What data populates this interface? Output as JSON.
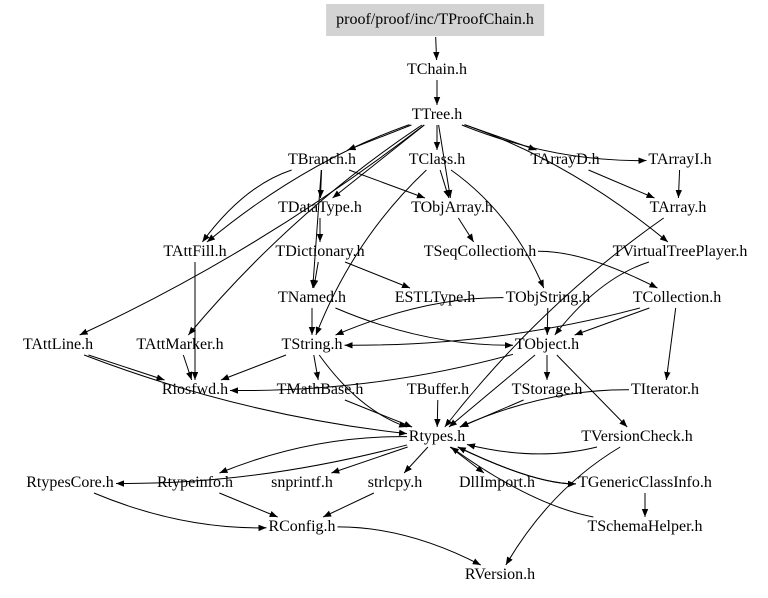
{
  "root": "proof/proof/inc/TProofChain.h",
  "nodes": {
    "root": "proof/proof/inc/TProofChain.h",
    "TChain": "TChain.h",
    "TTree": "TTree.h",
    "TBranch": "TBranch.h",
    "TClass": "TClass.h",
    "TArrayD": "TArrayD.h",
    "TArrayI": "TArrayI.h",
    "TDataType": "TDataType.h",
    "TObjArray": "TObjArray.h",
    "TArray": "TArray.h",
    "TAttFill": "TAttFill.h",
    "TDictionary": "TDictionary.h",
    "TSeqCollection": "TSeqCollection.h",
    "TVirtualTreePlayer": "TVirtualTreePlayer.h",
    "TNamed": "TNamed.h",
    "ESTLType": "ESTLType.h",
    "TObjString": "TObjString.h",
    "TCollection": "TCollection.h",
    "TAttLine": "TAttLine.h",
    "TAttMarker": "TAttMarker.h",
    "TString": "TString.h",
    "TObject": "TObject.h",
    "Riosfwd": "Riosfwd.h",
    "TMathBase": "TMathBase.h",
    "TBuffer": "TBuffer.h",
    "TStorage": "TStorage.h",
    "TIterator": "TIterator.h",
    "Rtypes": "Rtypes.h",
    "TVersionCheck": "TVersionCheck.h",
    "RtypesCore": "RtypesCore.h",
    "Rtypeinfo": "Rtypeinfo.h",
    "snprintf": "snprintf.h",
    "strlcpy": "strlcpy.h",
    "DllImport": "DllImport.h",
    "TGenericClassInfo": "TGenericClassInfo.h",
    "RConfig": "RConfig.h",
    "TSchemaHelper": "TSchemaHelper.h",
    "RVersion": "RVersion.h"
  },
  "edges": [
    [
      "root",
      "TChain"
    ],
    [
      "TChain",
      "TTree"
    ],
    [
      "TTree",
      "TBranch"
    ],
    [
      "TTree",
      "TClass"
    ],
    [
      "TTree",
      "TArrayD"
    ],
    [
      "TTree",
      "TArrayI"
    ],
    [
      "TTree",
      "TDataType"
    ],
    [
      "TTree",
      "TObjArray"
    ],
    [
      "TTree",
      "TVirtualTreePlayer"
    ],
    [
      "TTree",
      "TAttFill"
    ],
    [
      "TTree",
      "TAttLine"
    ],
    [
      "TTree",
      "TAttMarker"
    ],
    [
      "TBranch",
      "TDataType"
    ],
    [
      "TBranch",
      "TAttFill"
    ],
    [
      "TBranch",
      "TNamed"
    ],
    [
      "TBranch",
      "TObjArray"
    ],
    [
      "TClass",
      "TObjArray"
    ],
    [
      "TClass",
      "TString"
    ],
    [
      "TClass",
      "TObjString"
    ],
    [
      "TArrayD",
      "TArray"
    ],
    [
      "TArrayI",
      "TArray"
    ],
    [
      "TArray",
      "Rtypes"
    ],
    [
      "TDataType",
      "TDictionary"
    ],
    [
      "TObjArray",
      "TSeqCollection"
    ],
    [
      "TSeqCollection",
      "TCollection"
    ],
    [
      "TVirtualTreePlayer",
      "TObject"
    ],
    [
      "TDictionary",
      "TNamed"
    ],
    [
      "TDictionary",
      "ESTLType"
    ],
    [
      "TNamed",
      "TString"
    ],
    [
      "TNamed",
      "TObject"
    ],
    [
      "TObjString",
      "TObject"
    ],
    [
      "TObjString",
      "TString"
    ],
    [
      "TCollection",
      "TObject"
    ],
    [
      "TCollection",
      "TIterator"
    ],
    [
      "TCollection",
      "TString"
    ],
    [
      "TAttFill",
      "Riosfwd"
    ],
    [
      "TAttLine",
      "Riosfwd"
    ],
    [
      "TAttLine",
      "Rtypes"
    ],
    [
      "TAttMarker",
      "Riosfwd"
    ],
    [
      "TString",
      "Riosfwd"
    ],
    [
      "TString",
      "TMathBase"
    ],
    [
      "TString",
      "Rtypes"
    ],
    [
      "TObject",
      "Riosfwd"
    ],
    [
      "TObject",
      "Rtypes"
    ],
    [
      "TObject",
      "TStorage"
    ],
    [
      "TObject",
      "TVersionCheck"
    ],
    [
      "TStorage",
      "Rtypes"
    ],
    [
      "TBuffer",
      "Rtypes"
    ],
    [
      "TMathBase",
      "Rtypes"
    ],
    [
      "TIterator",
      "Rtypes"
    ],
    [
      "TVersionCheck",
      "Rtypes"
    ],
    [
      "TVersionCheck",
      "RVersion"
    ],
    [
      "Rtypes",
      "RtypesCore"
    ],
    [
      "Rtypes",
      "Rtypeinfo"
    ],
    [
      "Rtypes",
      "snprintf"
    ],
    [
      "Rtypes",
      "strlcpy"
    ],
    [
      "Rtypes",
      "DllImport"
    ],
    [
      "Rtypes",
      "TGenericClassInfo"
    ],
    [
      "TGenericClassInfo",
      "Rtypes"
    ],
    [
      "TGenericClassInfo",
      "TSchemaHelper"
    ],
    [
      "TSchemaHelper",
      "Rtypes"
    ],
    [
      "RtypesCore",
      "RConfig"
    ],
    [
      "Rtypeinfo",
      "RConfig"
    ],
    [
      "strlcpy",
      "RConfig"
    ],
    [
      "RConfig",
      "RVersion"
    ]
  ]
}
